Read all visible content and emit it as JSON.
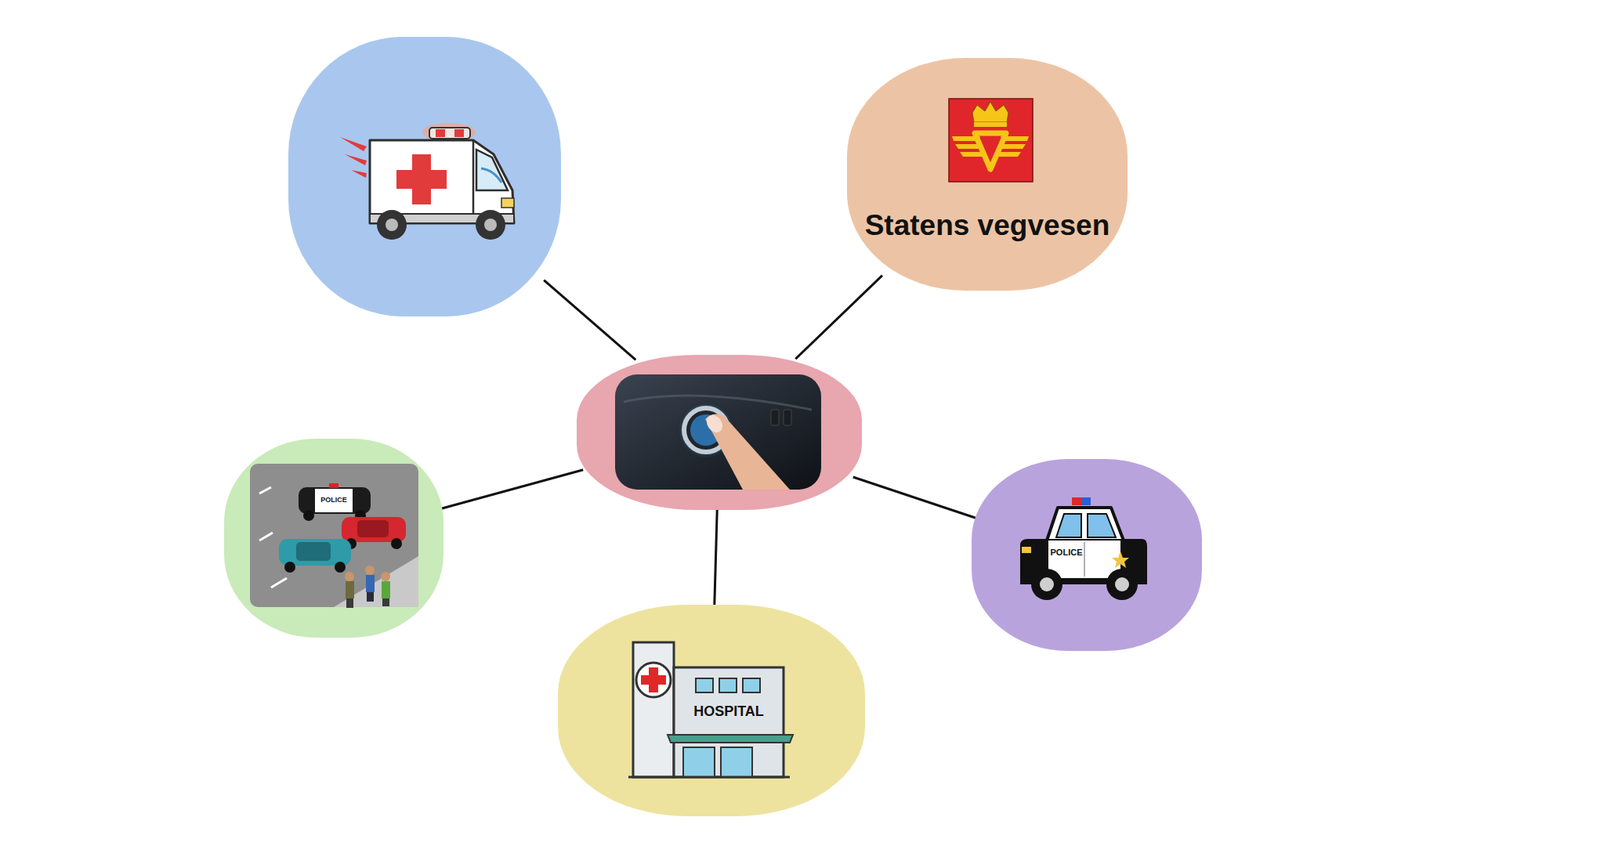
{
  "diagram": {
    "nodes": [
      {
        "text": []
      },
      {
        "text": [
          "Statens vegvesen"
        ]
      },
      {
        "text": []
      },
      {
        "text": [
          "POLICE"
        ]
      },
      {
        "text": [
          "POLICE"
        ]
      },
      {
        "text": [
          "HOSPITAL"
        ]
      }
    ],
    "edges": [
      {
        "from": 2,
        "to": 0,
        "arrow": "none"
      },
      {
        "from": 2,
        "to": 1,
        "arrow": "none"
      },
      {
        "from": 2,
        "to": 3,
        "arrow": "none"
      },
      {
        "from": 2,
        "to": 4,
        "arrow": "none"
      },
      {
        "from": 2,
        "to": 5,
        "arrow": "none"
      }
    ]
  }
}
